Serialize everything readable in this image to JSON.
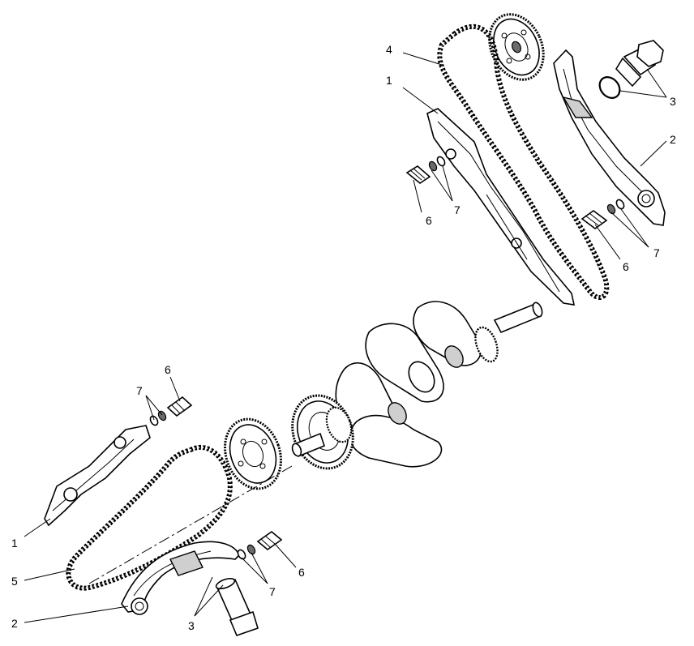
{
  "diagram": {
    "callouts": [
      {
        "id": "upper-chain-4",
        "text": "4"
      },
      {
        "id": "upper-guide-1",
        "text": "1"
      },
      {
        "id": "upper-tensioner-plunger-3",
        "text": "3"
      },
      {
        "id": "upper-tensioner-guide-2",
        "text": "2"
      },
      {
        "id": "upper-left-bolt-6",
        "text": "6"
      },
      {
        "id": "upper-left-washers-7",
        "text": "7"
      },
      {
        "id": "upper-right-washers-7",
        "text": "7"
      },
      {
        "id": "upper-right-bolt-6",
        "text": "6"
      },
      {
        "id": "lower-washers-7-top",
        "text": "7"
      },
      {
        "id": "lower-bolt-6-top",
        "text": "6"
      },
      {
        "id": "lower-guide-1",
        "text": "1"
      },
      {
        "id": "lower-chain-5",
        "text": "5"
      },
      {
        "id": "lower-tensioner-guide-2",
        "text": "2"
      },
      {
        "id": "lower-tensioner-plunger-3",
        "text": "3"
      },
      {
        "id": "lower-washers-7-bottom",
        "text": "7"
      },
      {
        "id": "lower-bolt-6-bottom",
        "text": "6"
      }
    ]
  }
}
